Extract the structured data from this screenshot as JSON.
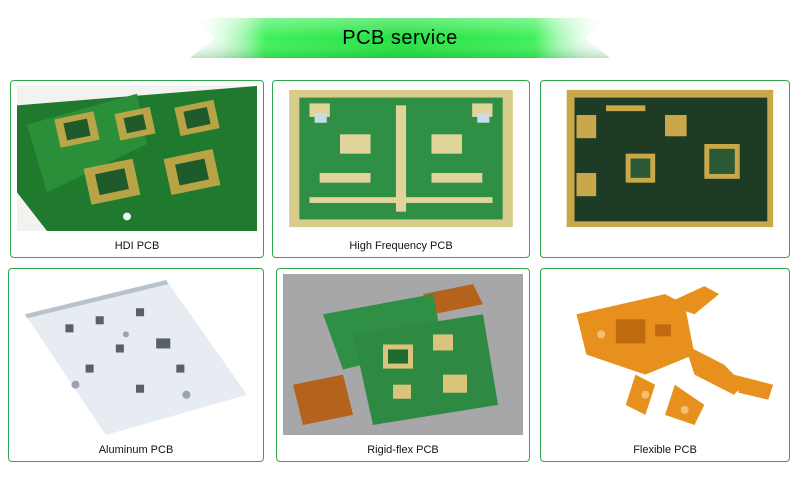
{
  "header": {
    "title": "PCB  service"
  },
  "colors": {
    "banner_green": "#2ee84a",
    "border_green": "#2fa64a"
  },
  "cards": [
    {
      "label": "HDI PCB",
      "image": "hdi-pcb-photo"
    },
    {
      "label": "High Frequency PCB",
      "image": "high-frequency-pcb-photo"
    },
    {
      "label": "",
      "image": "dark-pcb-photo"
    },
    {
      "label": "Aluminum PCB",
      "image": "aluminum-pcb-photo"
    },
    {
      "label": "Rigid-flex PCB",
      "image": "rigid-flex-pcb-photo"
    },
    {
      "label": "Flexible PCB",
      "image": "flexible-pcb-photo"
    }
  ]
}
